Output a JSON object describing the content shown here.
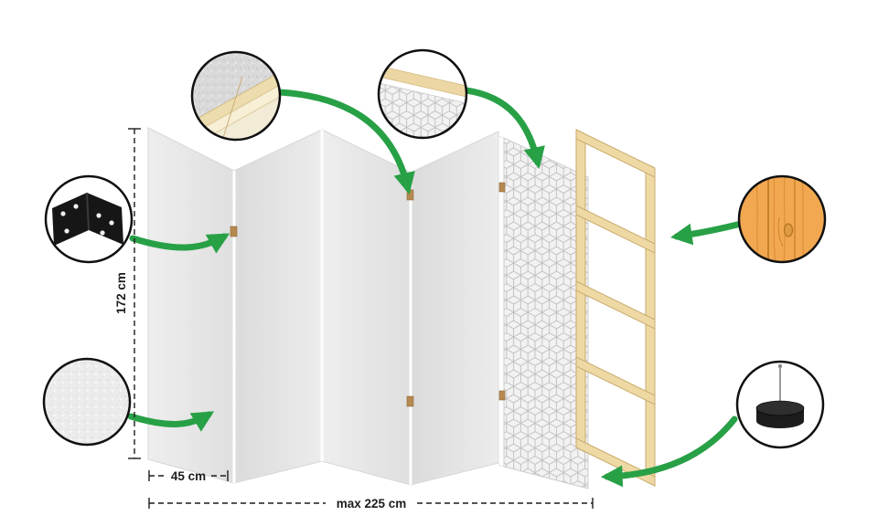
{
  "dimensions": {
    "height_label": "172 cm",
    "panel_width_label": "45 cm",
    "total_width_label": "max 225 cm"
  },
  "colors": {
    "arrow-green": "#28a046",
    "panel-gray": "#e9e9e9",
    "panel-gray-dark": "#dedede",
    "pattern-line": "#c3c3c3",
    "pattern-bg": "#f2f2f2",
    "wood-frame": "#eed9a4",
    "wood-edge": "#c9aa6c",
    "wood-texture": "#f2a851",
    "wood-grain": "#d18a34",
    "hinge-black": "#161616",
    "dim-color": "#1c1c1c",
    "outline-black": "#101010",
    "background": "#ffffff"
  },
  "callouts": [
    {
      "name": "frame-corner-detail"
    },
    {
      "name": "pattern-corner-detail"
    },
    {
      "name": "hinge-detail"
    },
    {
      "name": "fleece-texture-detail"
    },
    {
      "name": "pine-wood-detail"
    },
    {
      "name": "felt-pad-detail"
    }
  ]
}
